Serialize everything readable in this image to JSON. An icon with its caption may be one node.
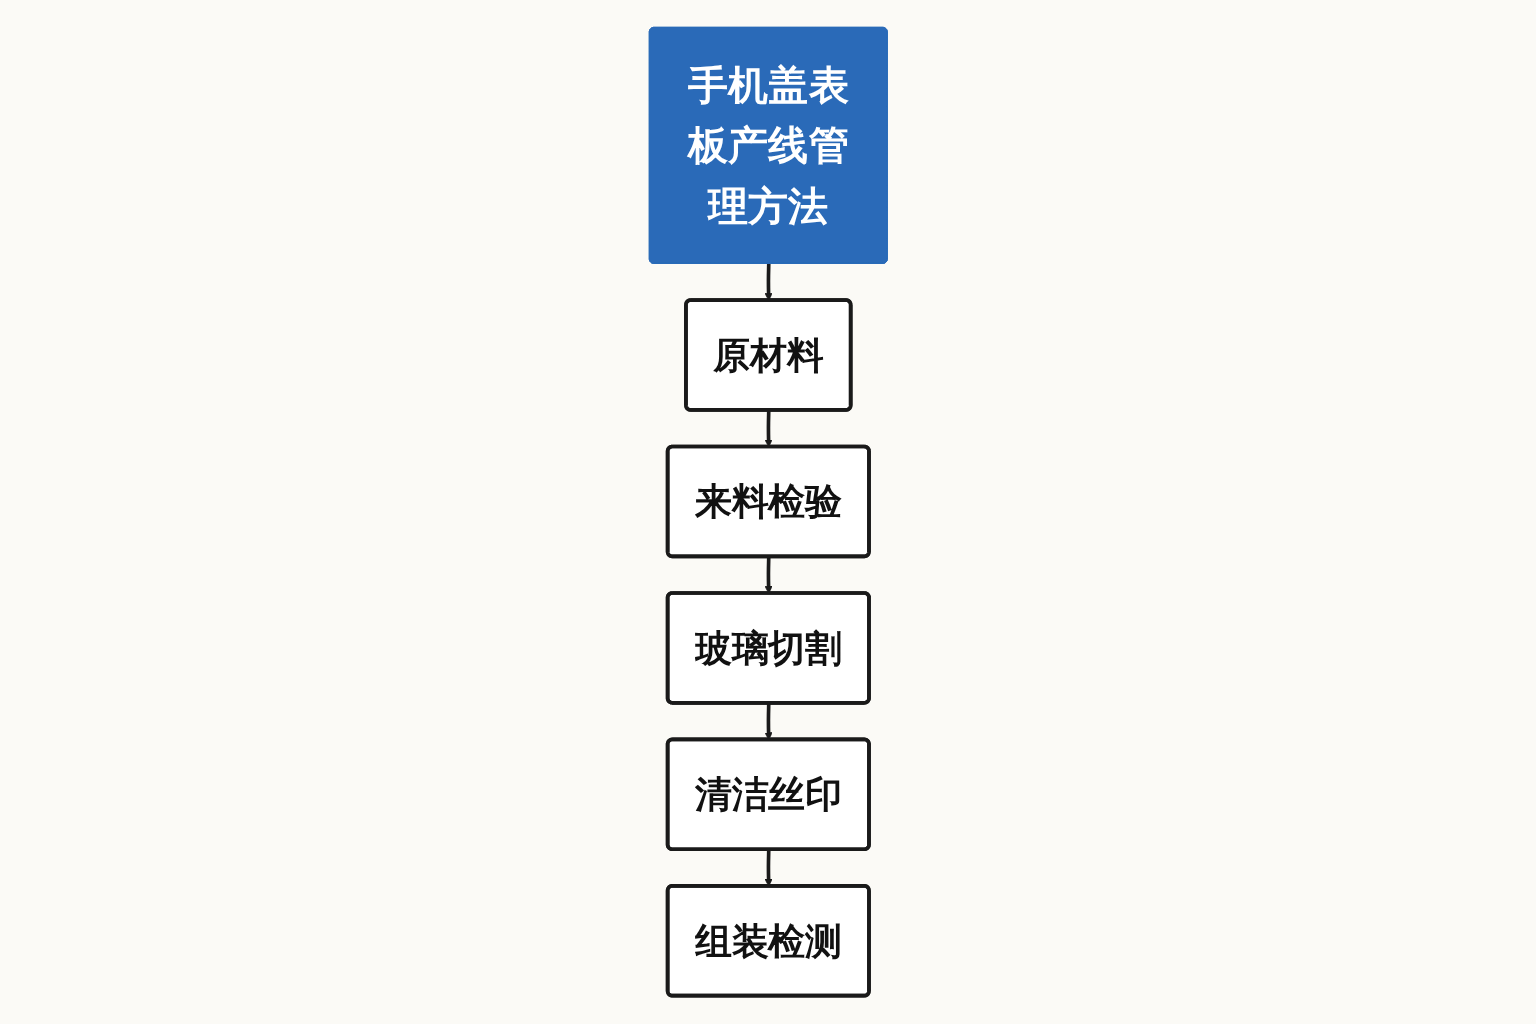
{
  "diagram": {
    "nodes": [
      {
        "text": [
          "手机盖表板产线管理方法"
        ]
      },
      {
        "text": [
          "原材料"
        ]
      },
      {
        "text": [
          "来料检验"
        ]
      },
      {
        "text": [
          "玻璃切割"
        ]
      },
      {
        "text": [
          "清洁丝印"
        ]
      },
      {
        "text": [
          "组装检测"
        ]
      }
    ],
    "edges": [
      {
        "from": 0,
        "to": 1,
        "arrow": "to"
      },
      {
        "from": 1,
        "to": 2,
        "arrow": "to"
      },
      {
        "from": 2,
        "to": 3,
        "arrow": "to"
      },
      {
        "from": 3,
        "to": 4,
        "arrow": "to"
      },
      {
        "from": 4,
        "to": 5,
        "arrow": "to"
      }
    ]
  }
}
